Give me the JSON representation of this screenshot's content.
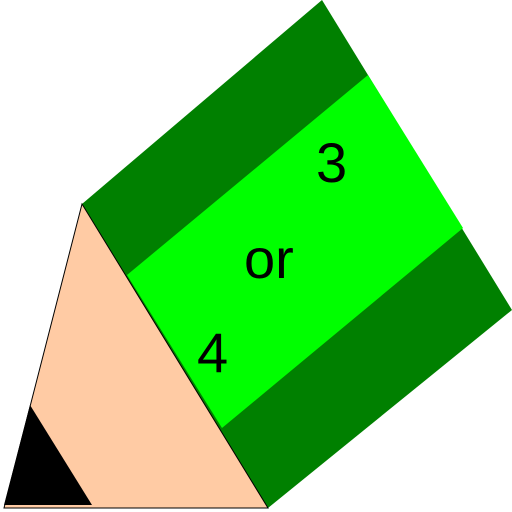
{
  "pencil_icon": {
    "labels": {
      "top": "3",
      "middle": "or",
      "bottom": "4"
    },
    "colors": {
      "body_dark_green": "#008000",
      "body_light_green": "#00ff00",
      "wood": "#ffcba4",
      "lead": "#000000",
      "outline": "#000000",
      "background": "#ffffff"
    }
  }
}
